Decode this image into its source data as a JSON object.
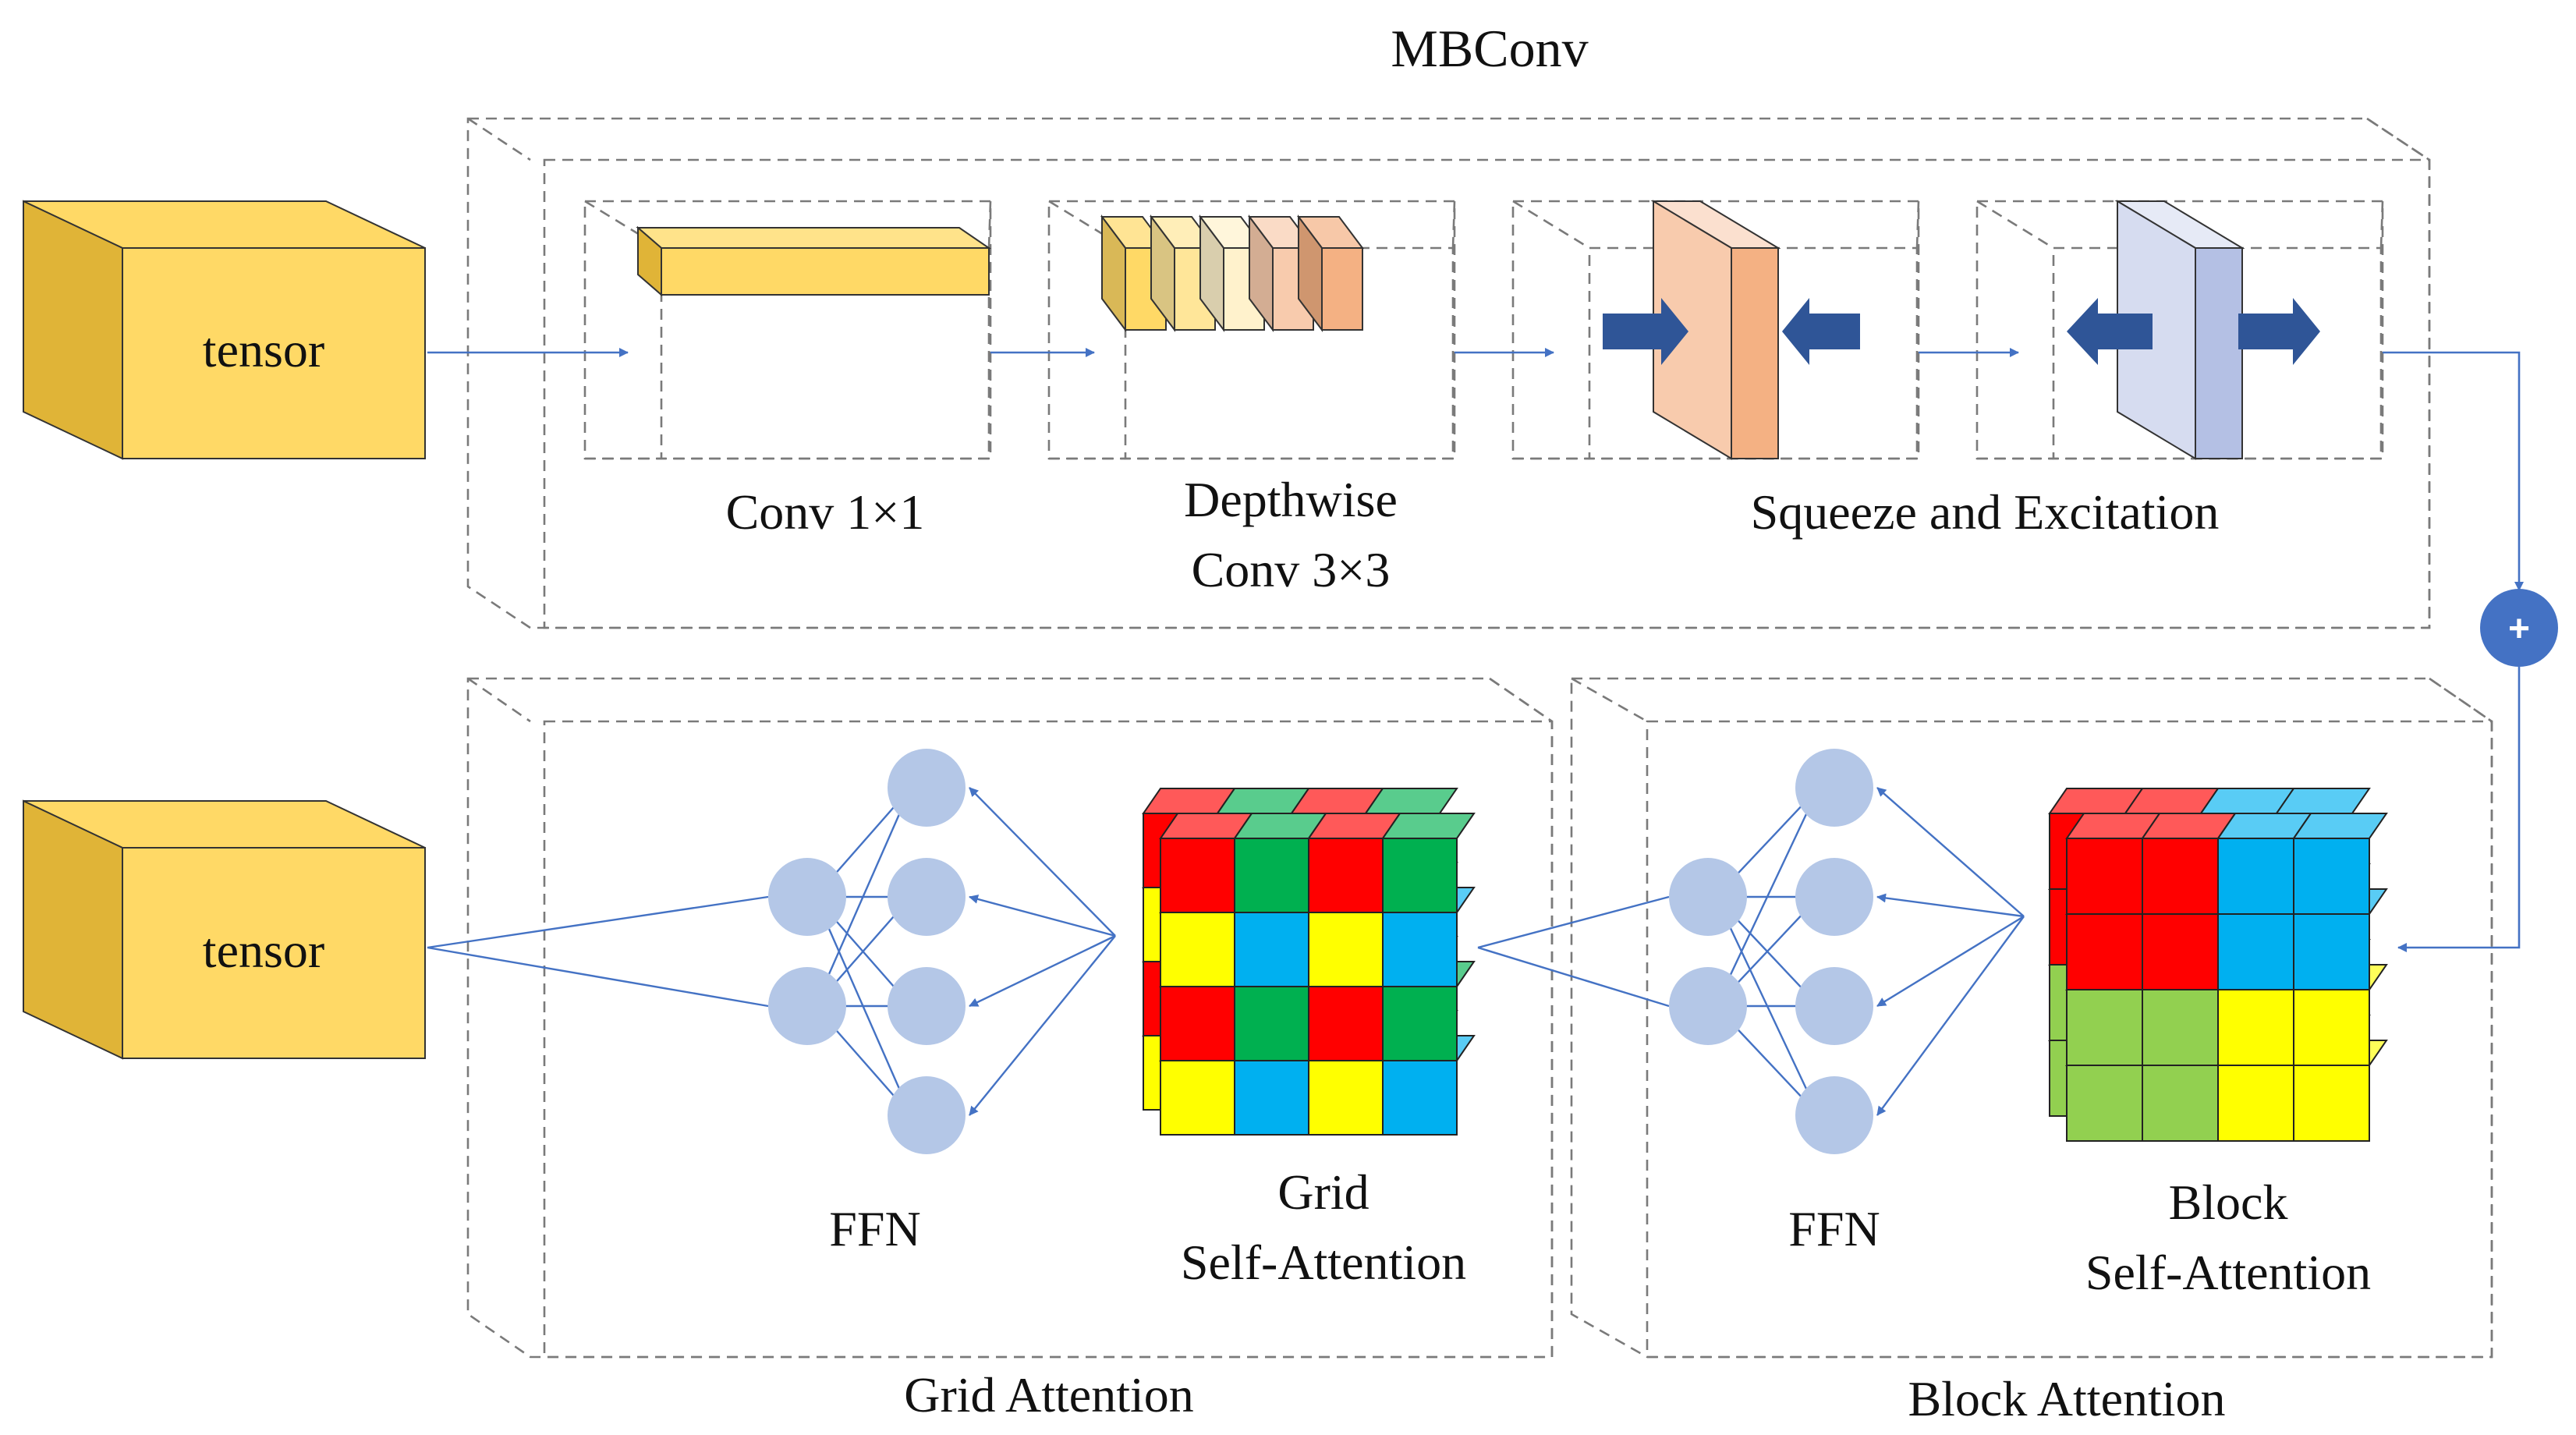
{
  "labels": {
    "mbconv": "MBConv",
    "tensor_top": "tensor",
    "tensor_bottom": "tensor",
    "conv1x1": "Conv 1×1",
    "depthwise_l1": "Depthwise",
    "depthwise_l2": "Conv 3×3",
    "squeeze_excitation": "Squeeze and Excitation",
    "plus": "+",
    "ffn_grid": "FFN",
    "grid_sa_l1": "Grid",
    "grid_sa_l2": "Self-Attention",
    "ffn_block": "FFN",
    "block_sa_l1": "Block",
    "block_sa_l2": "Self-Attention",
    "grid_attention": "Grid Attention",
    "block_attention": "Block Attention"
  },
  "colors": {
    "tensor": "#ffd966",
    "arrow": "#4472c4",
    "node": "#b4c7e7",
    "plus_circle": "#4472c4",
    "squeeze_plate": "#f8cbad",
    "excite_plate": "#d6dcf0",
    "red": "#ff0000",
    "green": "#00b050",
    "yellow": "#ffff00",
    "blue": "#00b0f0",
    "lightgreen": "#92d050"
  },
  "icons": {
    "tensor": "cuboid",
    "plus": "plus-circle-icon",
    "arrows": "arrow-icon"
  }
}
